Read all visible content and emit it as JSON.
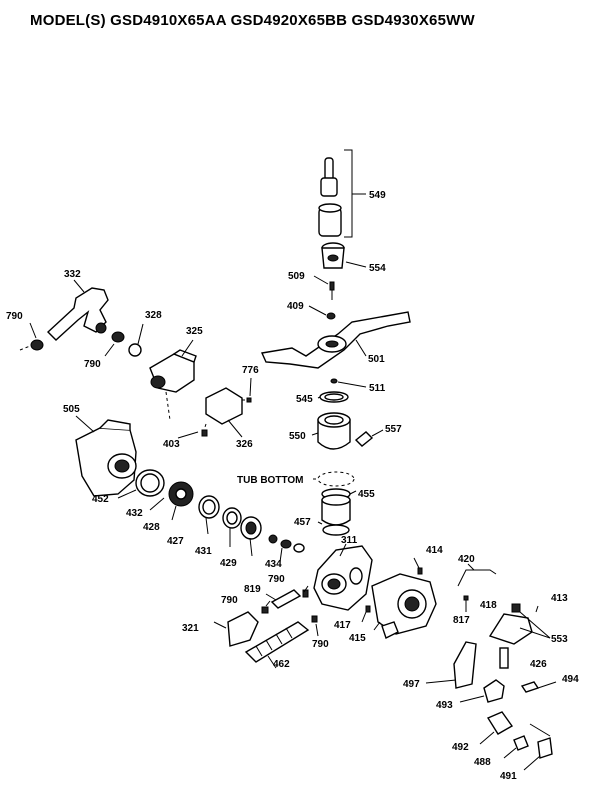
{
  "diagram": {
    "models": "MODEL(S) GSD4910X65AA  GSD4920X65BB  GSD4930X65WW",
    "labels": {
      "p549": "549",
      "p554": "554",
      "p509": "509",
      "p409": "409",
      "p501": "501",
      "p511": "511",
      "p545": "545",
      "p550": "550",
      "p557": "557",
      "p332": "332",
      "p790a": "790",
      "p328": "328",
      "p790b": "790",
      "p325": "325",
      "p776": "776",
      "p505": "505",
      "p403": "403",
      "p326": "326",
      "tub_bottom": "TUB BOTTOM",
      "p455": "455",
      "p457": "457",
      "p311": "311",
      "p414": "414",
      "p420": "420",
      "p452": "452",
      "p432": "432",
      "p428": "428",
      "p427": "427",
      "p431": "431",
      "p429": "429",
      "p434": "434",
      "p819": "819",
      "p790c": "790",
      "p790d": "790",
      "p413": "413",
      "p418": "418",
      "p817": "817",
      "p553": "553",
      "p321": "321",
      "p417": "417",
      "p415": "415",
      "p790e": "790",
      "p462": "462",
      "p426": "426",
      "p497": "497",
      "p494": "494",
      "p493": "493",
      "p492": "492",
      "p488": "488",
      "p491": "491"
    }
  }
}
